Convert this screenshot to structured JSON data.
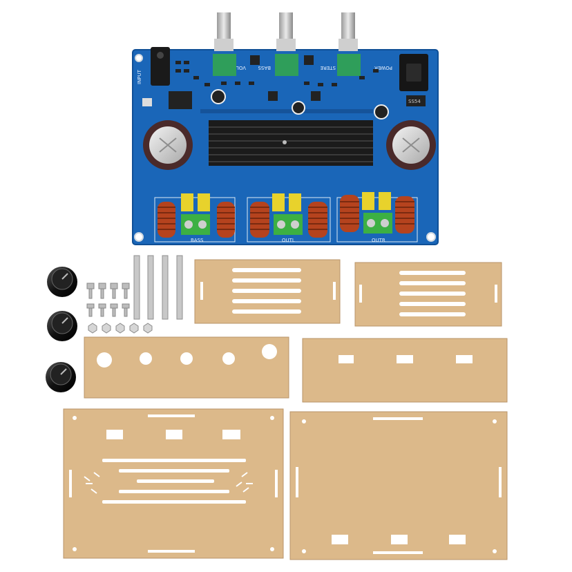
{
  "board": {
    "silkscreen": {
      "input": "INPUT",
      "power": "POWER",
      "vol": "VOL",
      "bass": "BASS",
      "stereo": "STERE",
      "bass_out": "BASS",
      "out_l": "OUTL",
      "out_r": "OUTR",
      "diode": "SS54"
    }
  },
  "colors": {
    "pcb": "#1a66b8",
    "pcb_edge": "#0f4f96",
    "heatsink": "#1b1b1b",
    "acrylic": "#dcb98a",
    "acrylic_edge": "#b8946a",
    "terminal": "#3cb043",
    "pot_base": "#2f9e5a",
    "capacitor_yellow": "#e8d22c",
    "inductor": "#b5431e"
  },
  "accessories": {
    "knob_count": 3,
    "screw_count": 8,
    "nut_count": 5,
    "standoff_count": 4
  }
}
